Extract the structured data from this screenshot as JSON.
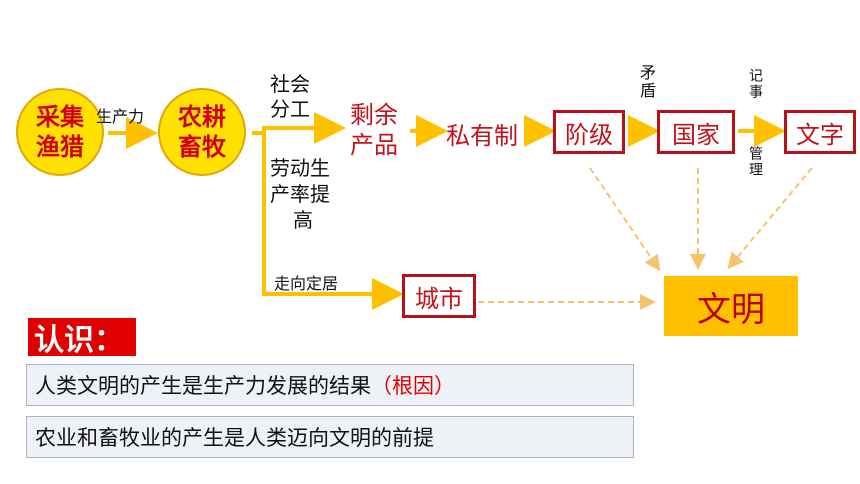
{
  "nodes": {
    "hunting": "采集渔猎",
    "farming": "农耕畜牧",
    "surplus": "剩余产品",
    "private": "私有制",
    "classes": "阶级",
    "state": "国家",
    "writing": "文字",
    "city": "城市",
    "civilization": "文明"
  },
  "labels": {
    "productivity": "生产力",
    "division_line1": "社会",
    "division_line2": "分工",
    "labor_line1": "劳动生",
    "labor_line2": "产率提",
    "labor_line3": "高",
    "settle": "走向定居",
    "contradiction": "矛盾",
    "record": "记事",
    "manage": "管理"
  },
  "insight": {
    "tag": "认识：",
    "line1_main": "人类文明的产生是生产力发展的结果",
    "line1_emph": "（根因）",
    "line2": "农业和畜牧业的产生是人类迈向文明的前提"
  },
  "colors": {
    "red": "#c4121b",
    "yellow": "#ffe100",
    "orange": "#ffc000",
    "arrow": "#ffc000",
    "dashed_arrow": "#f5c36b"
  }
}
